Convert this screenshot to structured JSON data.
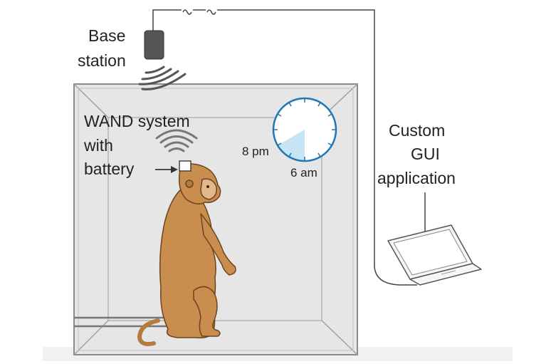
{
  "labels": {
    "base_station": [
      "Base",
      "station"
    ],
    "wand_system": [
      "WAND system",
      "with",
      "battery"
    ],
    "clock_start": "8 pm",
    "clock_end": "6 am",
    "gui": [
      "Custom",
      "GUI",
      "application"
    ]
  },
  "clock": {
    "highlight_from": "8 pm",
    "highlight_to": "6 am"
  },
  "colors": {
    "cage_fill": "#e6e6e6",
    "cage_frame": "#8a8a8a",
    "monkey": "#c98d4e",
    "monkey_outline": "#6a4520",
    "clock_face": "#c7e4f4",
    "clock_ring": "#1f78b4",
    "base_station": "#555555",
    "wire": "#444444"
  },
  "icons": {
    "base_station": "base-station-icon",
    "signal": "wireless-signal-icon",
    "laptop": "laptop-icon",
    "clock": "clock-icon",
    "monkey": "monkey-figure"
  }
}
